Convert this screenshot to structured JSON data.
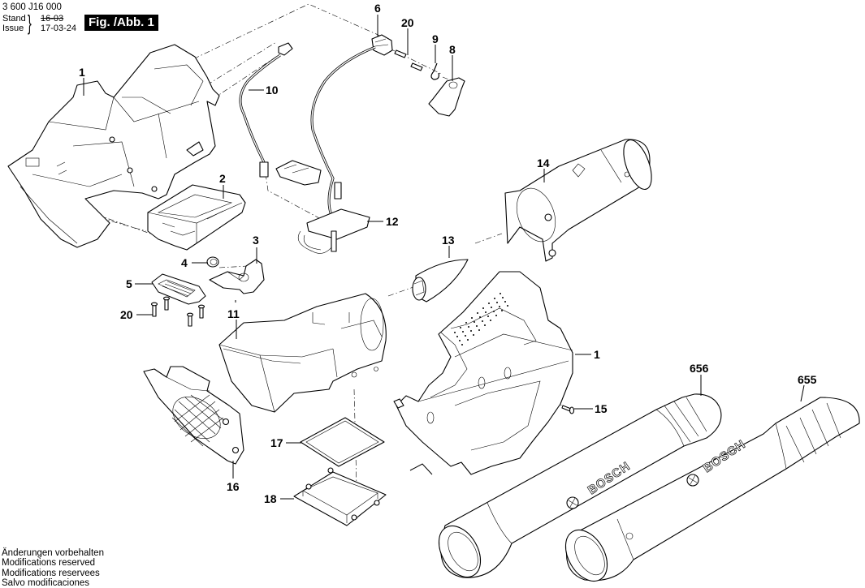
{
  "header": {
    "doc_number": "3 600 J16 000",
    "stand_label": "Stand",
    "issue_label": "Issue",
    "stand_value": "16-03",
    "issue_value": "17-03-24",
    "figure_label": "Fig. /Abb. 1"
  },
  "footer": {
    "lines": [
      "Änderungen vorbehalten",
      "Modifications reserved",
      "Modifications reservees",
      "Salvo modificaciones"
    ]
  },
  "callouts": {
    "c1_top": "1",
    "c2": "2",
    "c3": "3",
    "c4": "4",
    "c5": "5",
    "c6": "6",
    "c8": "8",
    "c9": "9",
    "c10": "10",
    "c11": "11",
    "c12": "12",
    "c13": "13",
    "c14": "14",
    "c15": "15",
    "c16": "16",
    "c17": "17",
    "c18": "18",
    "c20_top": "20",
    "c20_left": "20",
    "c1_right": "1",
    "c656": "656",
    "c655": "655"
  },
  "tube_logos": {
    "tube_656": "BOSCH",
    "tube_655": "BOSCH"
  }
}
